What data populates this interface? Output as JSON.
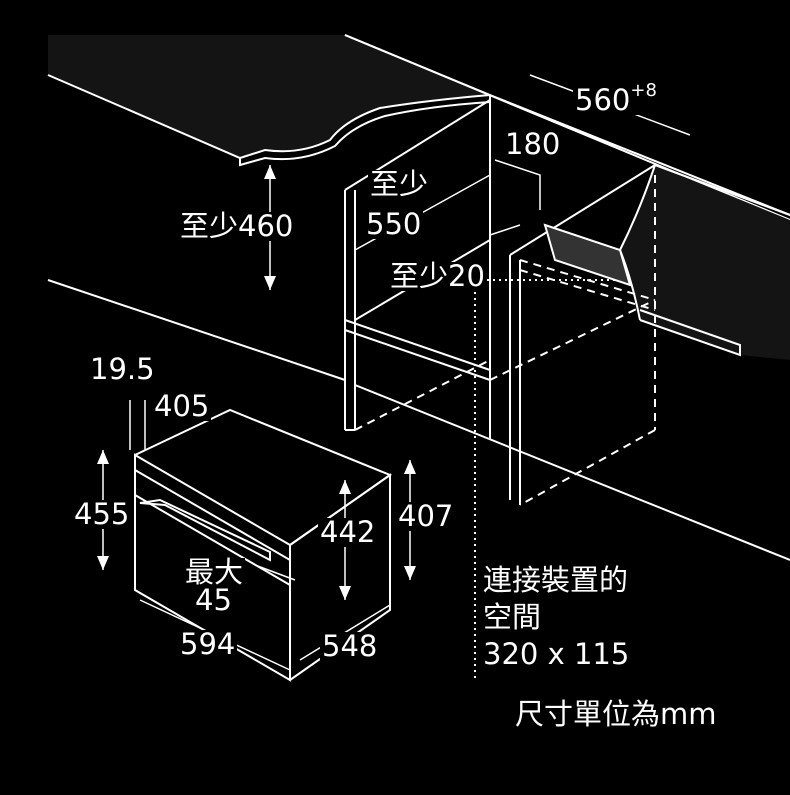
{
  "colors": {
    "background": "#000000",
    "line": "#ffffff",
    "surface": "#1a1a1a"
  },
  "dimensions": {
    "width_niche": "560",
    "width_niche_tolerance": "+8",
    "rear_gap": "180",
    "depth_label_top": "至少",
    "depth_value": "550",
    "height_min": "至少460",
    "gap_min": "至少20",
    "front_offset": "19.5",
    "top_depth": "405",
    "oven_height": "455",
    "inner_height": "442",
    "side_height": "407",
    "max_label": "最大",
    "max_value": "45",
    "oven_width": "594",
    "oven_depth": "548"
  },
  "connection_space": {
    "line1": "連接裝置的",
    "line2": "空間",
    "line3": "320 x 115"
  },
  "unit_note": "尺寸單位為mm"
}
